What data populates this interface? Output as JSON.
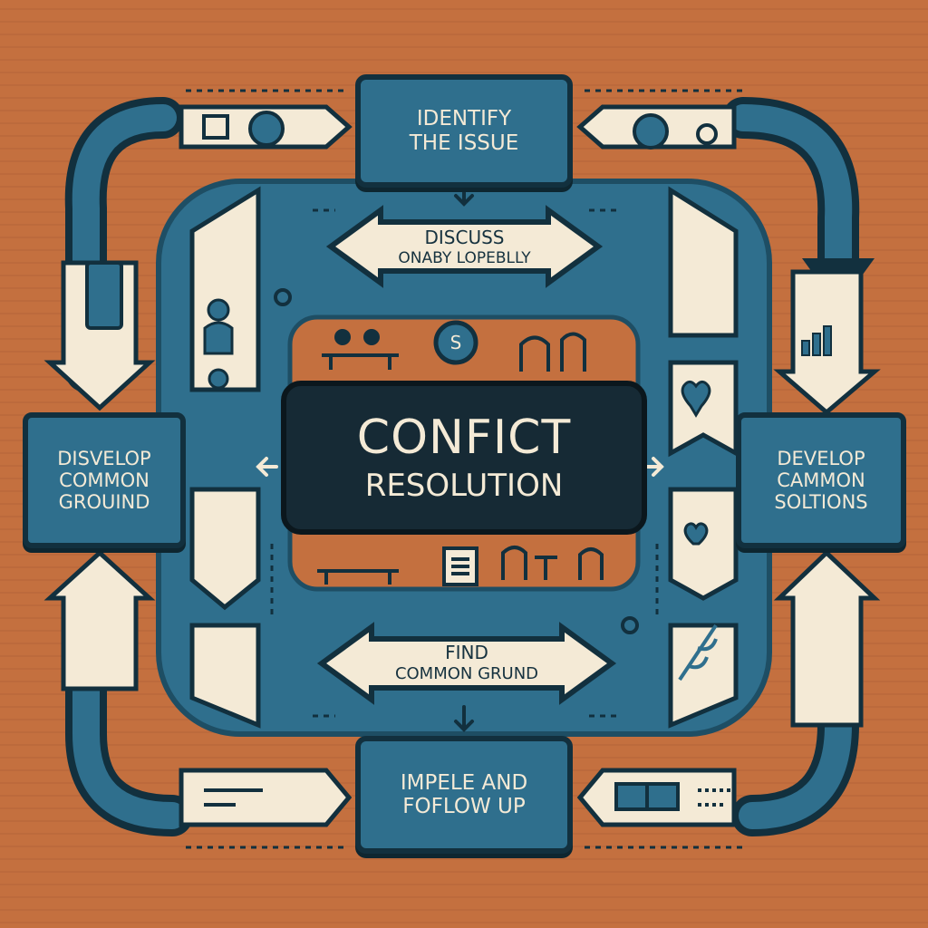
{
  "center": {
    "title": "CONFICT",
    "subtitle": "RESOLUTION"
  },
  "steps": {
    "top": {
      "line1": "IDENTIFY",
      "line2": "THE ISSUE"
    },
    "bottom": {
      "line1": "IMPELE AND",
      "line2": "FOFLOW UP"
    },
    "left": {
      "line1": "DISVELOP",
      "line2": "COMMON",
      "line3": "GROUIND"
    },
    "right": {
      "line1": "DEVELOP",
      "line2": "CAMMON",
      "line3": "SOLTIONS"
    }
  },
  "arrows": {
    "upper": {
      "line1": "DISCUSS",
      "line2": "ONABY LOPEBLLY"
    },
    "lower": {
      "line1": "FIND",
      "line2": "COMMON GRUND"
    }
  },
  "center_badge": "S",
  "colors": {
    "background": "#c4703f",
    "blue": "#2f6f8d",
    "navy": "#12303e",
    "cream": "#f4ead6"
  },
  "icons": [
    "people-icon",
    "gear-icon",
    "phone-icon",
    "heart-icon",
    "chart-icon",
    "meeting-table-icon",
    "document-icon",
    "leaf-icon"
  ]
}
